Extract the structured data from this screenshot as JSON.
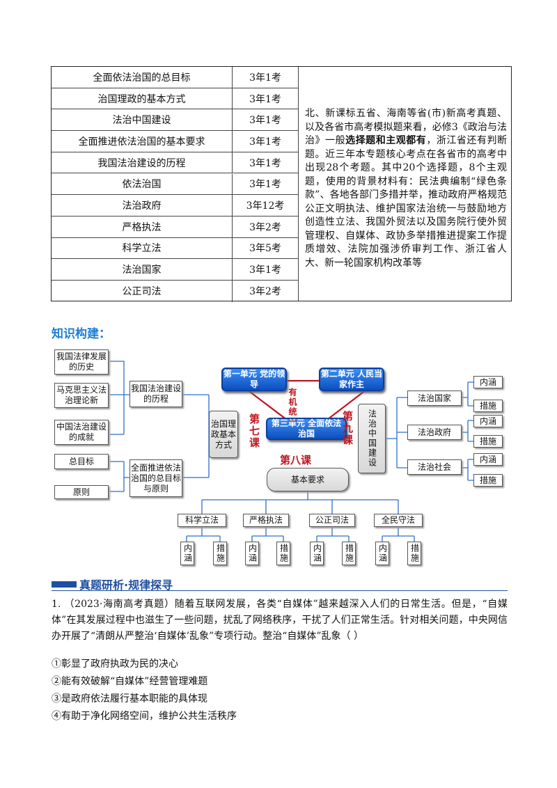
{
  "table": {
    "rows": [
      {
        "topic": "全面依法治国的总目标",
        "freq": "3年1考"
      },
      {
        "topic": "治国理政的基本方式",
        "freq": "3年1考"
      },
      {
        "topic": "法治中国建设",
        "freq": "3年1考"
      },
      {
        "topic": "全面推进依法治国的基本要求",
        "freq": "3年1考"
      },
      {
        "topic": "我国法治建设的历程",
        "freq": "3年1考"
      },
      {
        "topic": "依法治国",
        "freq": "3年1考"
      },
      {
        "topic": "法治政府",
        "freq": "3年12考"
      },
      {
        "topic": "严格执法",
        "freq": "3年2考"
      },
      {
        "topic": "科学立法",
        "freq": "3年5考"
      },
      {
        "topic": "法治国家",
        "freq": "3年1考"
      },
      {
        "topic": "公正司法",
        "freq": "3年2考"
      }
    ],
    "note_a": "北、新课标五省、海南等省(市)新高考真题、以及各省市高考模拟题来看，必修3《政治与法治》一般",
    "note_bold": "选择题和主观都有",
    "note_b": "，浙江省还有判断题。近三年本专题核心考点在各省市的高考中出现28个考题。其中20个选择题，8个主观题，使用的背景材料有：民法典编制“绿色条款”、各地各部门多措并举，推动政府严格规范公正文明执法、维护国家法治统一与鼓励地方创造性立法、我国外贸法以及国务院行使外贸管理权、自媒体、政协多举措推进提案工作提质增效、法院加强涉侨审判工作、浙江省人大、新一轮国家机构改革等"
  },
  "knowledge_heading": "知识构建：",
  "diagram": {
    "left_top": [
      "我国法律发展的历史",
      "马克思主义法治理论新",
      "中国法治建设的成就"
    ],
    "history": "我国法治建设的历程",
    "left_bottom": [
      "总目标",
      "原则"
    ],
    "goal": "全面推进依法治国的总目标与原则",
    "governance": "治国理政基本方式",
    "unit1": "第一单元 党的领导",
    "unit2": "第二单元 人民当家作主",
    "unit3": "第三单元 全面依法治国",
    "unity": "有机统一",
    "lesson7": "第七课",
    "lesson8": "第八课",
    "lesson9": "第九课",
    "construction": "法治中国建设",
    "basic_req": "基本要求",
    "right_items": [
      "法治国家",
      "法治政府",
      "法治社会"
    ],
    "neihan": "内涵",
    "cuoshi": "措施",
    "bottom_items": [
      "科学立法",
      "严格执法",
      "公正司法",
      "全民守法"
    ]
  },
  "section_banner": "真题研析·规律探寻",
  "question": "1. （2023·海南高考真题）随着互联网发展，各类“自媒体”越来越深入人们的日常生活。但是，“自媒体”在其发展过程中也滋生了一些问题，扰乱了网络秩序，干扰了人们正常生活。针对相关问题，中央网信办开展了“清朗从严整治‘自媒体’乱象”专项行动。整治“自媒体”乱象（    ）",
  "options": [
    "①彰显了政府执政为民的决心",
    "②能有效破解“自媒体”经营管理难题",
    "③是政府依法履行基本职能的具体现",
    "④有助于净化网络空间，维护公共生活秩序"
  ]
}
